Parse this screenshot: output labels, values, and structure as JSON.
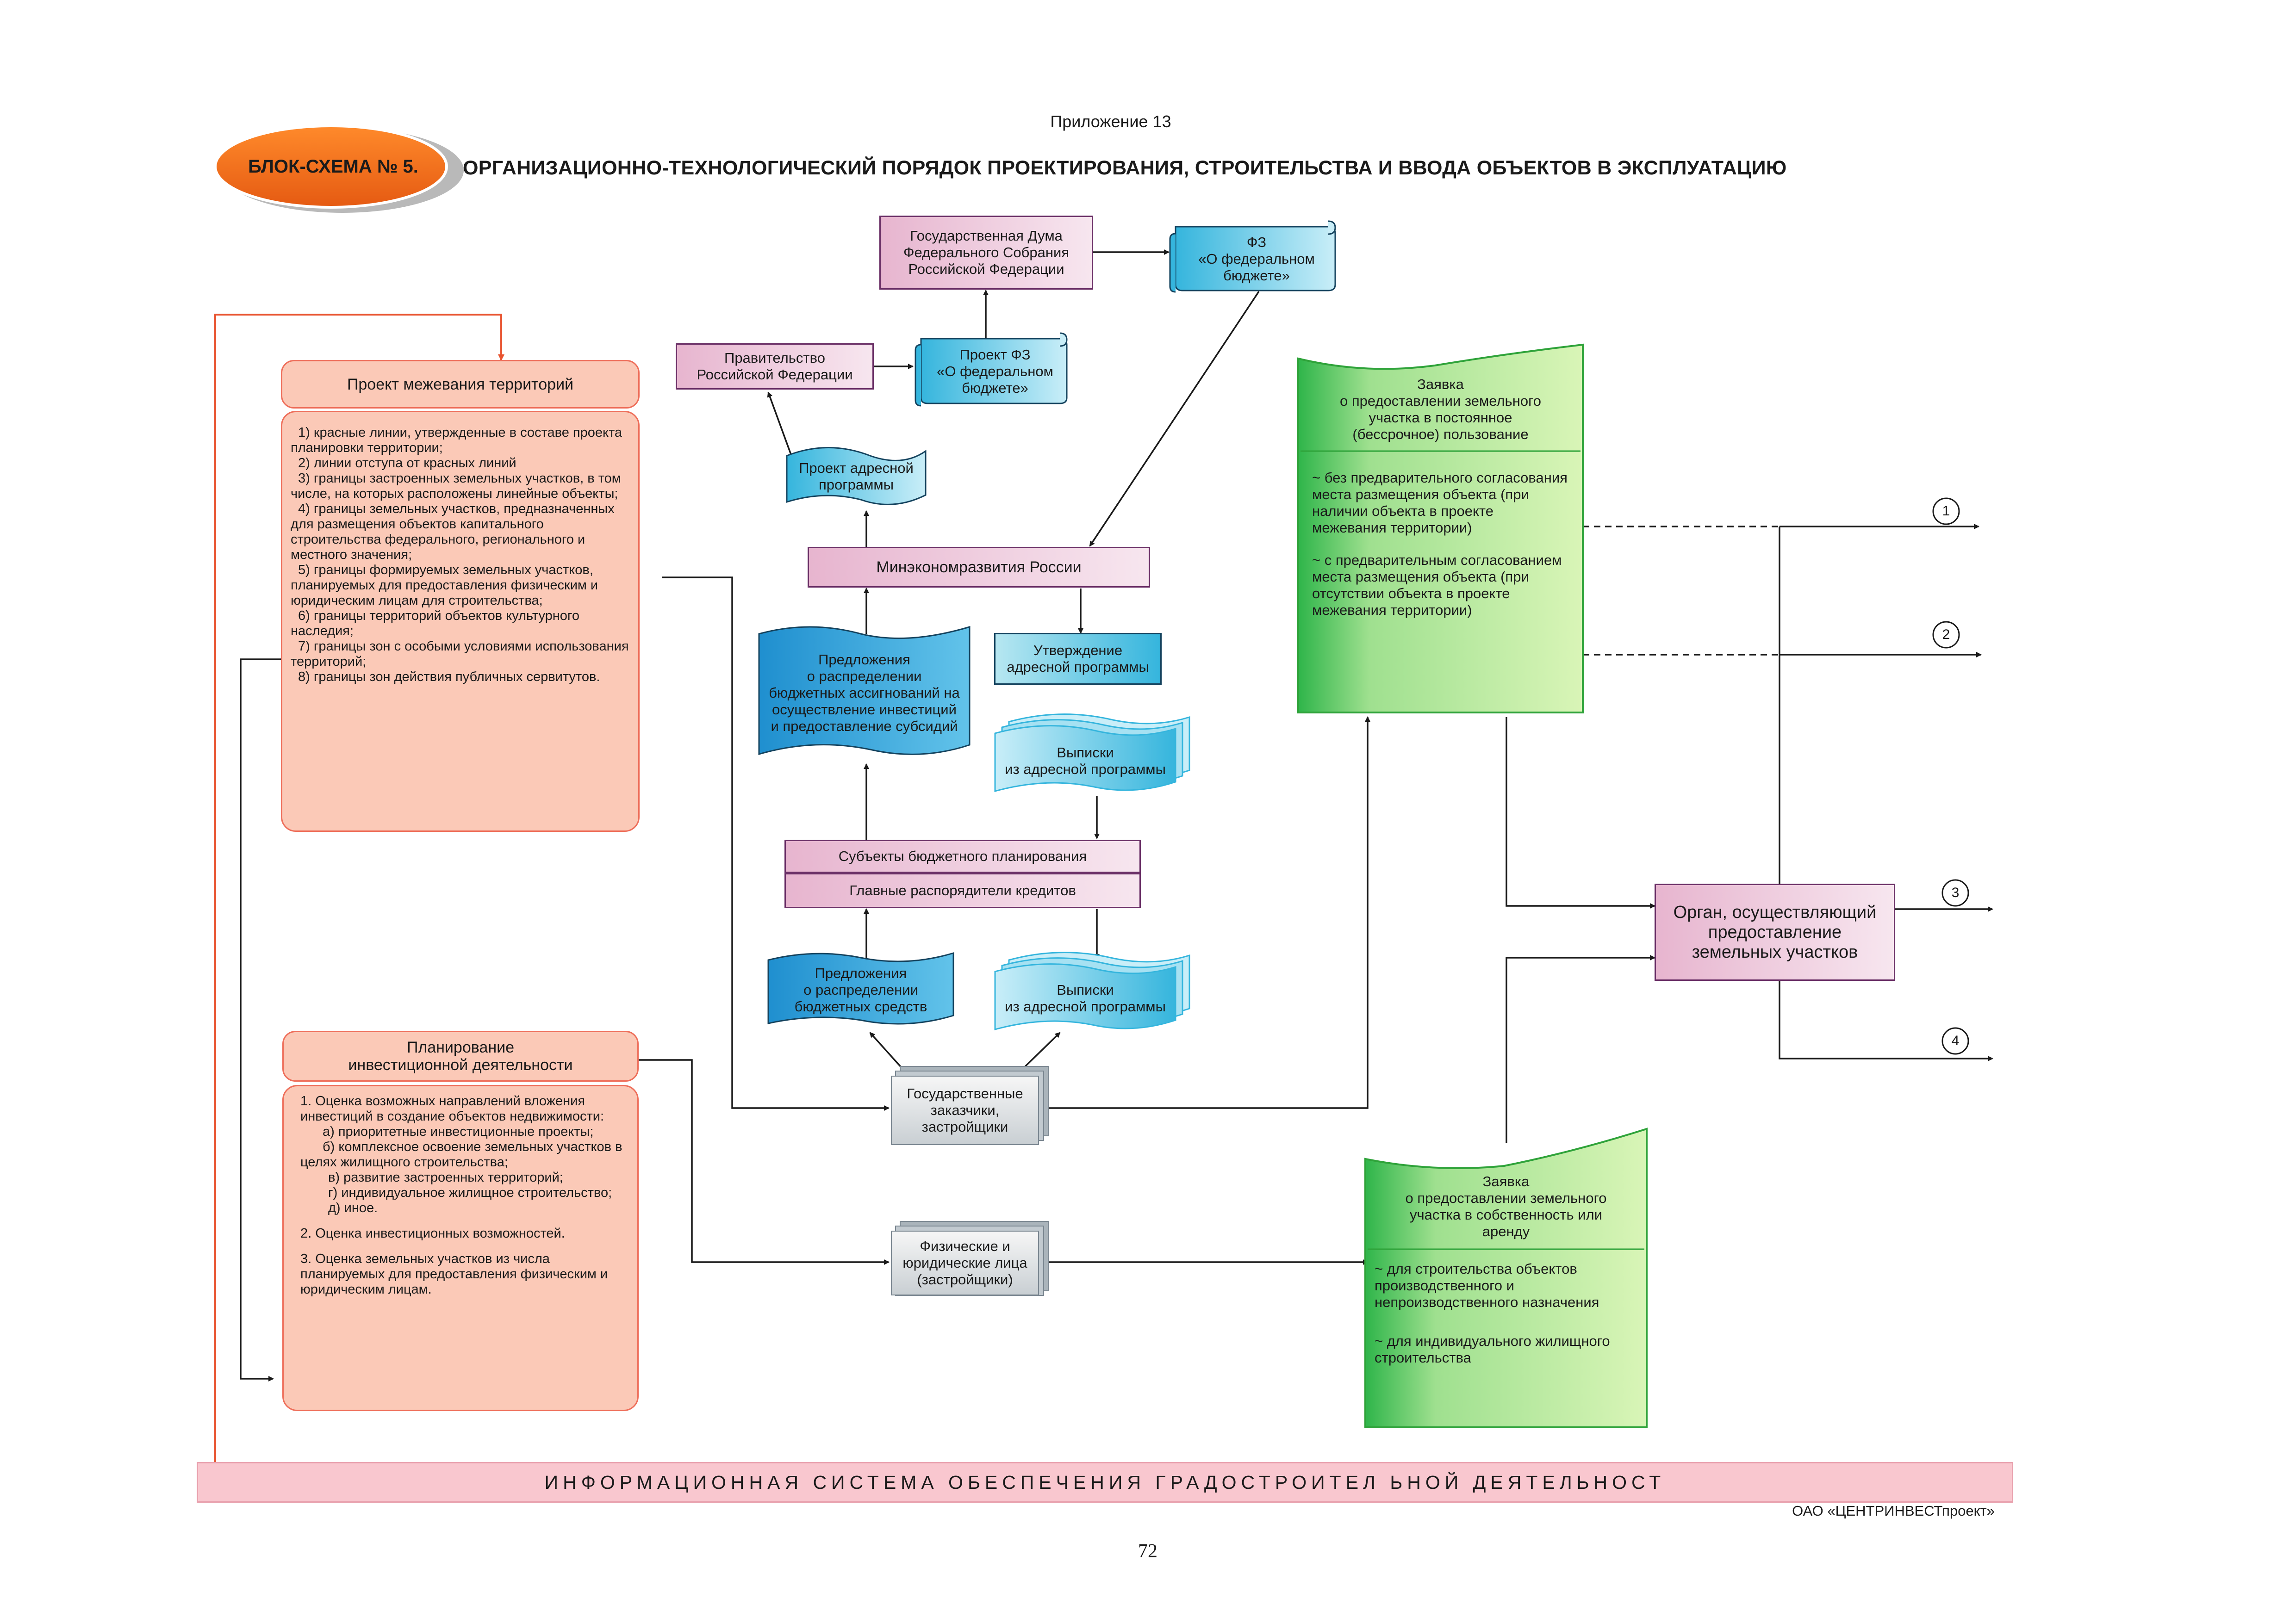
{
  "header": {
    "appendix": "Приложение 13",
    "badge": "БЛОК-СХЕМА № 5.",
    "title": "ОРГАНИЗАЦИОННО-ТЕХНОЛОГИЧЕСКИЙ ПОРЯДОК ПРОЕКТИРОВАНИЯ, СТРОИТЕЛЬСТВА И ВВОДА ОБЪЕКТОВ В ЭКСПЛУАТАЦИЮ"
  },
  "nodes": {
    "duma": [
      "Государственная Дума",
      "Федерального Собрания",
      "Российской Федерации"
    ],
    "fz_budget": [
      "ФЗ",
      "«О федеральном",
      "бюджете»"
    ],
    "government": [
      "Правительство",
      "Российской Федерации"
    ],
    "project_fz": [
      "Проект ФЗ",
      "«О федеральном",
      "бюджете»"
    ],
    "project_address_program": [
      "Проект адресной",
      "программы"
    ],
    "minecon": "Минэкономразвития России",
    "proposals_allocation": [
      "Предложения",
      "о распределении",
      "бюджетных ассигнований на",
      "осуществление инвестиций",
      "и предоставление субсидий"
    ],
    "approval_program": [
      "Утверждение",
      "адресной программы"
    ],
    "extracts_1": [
      "Выписки",
      "из адресной программы"
    ],
    "subjects_budget": "Субъекты бюджетного планирования",
    "main_managers": "Главные распорядители кредитов",
    "proposals_funds": [
      "Предложения",
      "о распределении",
      "бюджетных средств"
    ],
    "extracts_2": [
      "Выписки",
      "из адресной программы"
    ],
    "state_customers": [
      "Государственные",
      "заказчики,",
      "застройщики"
    ],
    "individuals": [
      "Физические и",
      "юридические лица",
      "(застройщики)"
    ],
    "authority": [
      "Орган, осуществляющий",
      "предоставление",
      "земельных участков"
    ]
  },
  "surveying": {
    "title": "Проект межевания территорий",
    "items": [
      "1) красные линии, утвержденные в составе проекта планировки территории;",
      "2) линии отступа от красных линий",
      "3) границы застроенных земельных участков, в том числе, на которых расположены линейные объекты;",
      "4) границы земельных участков, предназначенных для размещения объектов капитального строительства федерального, регионального и местного значения;",
      "5) границы формируемых земельных участков, планируемых для предоставления физическим и юридическим лицам для строительства;",
      "6) границы территорий объектов культурного наследия;",
      "7) границы зон с особыми условиями использования территорий;",
      "8) границы зон действия публичных сервитутов."
    ]
  },
  "investment": {
    "title": [
      "Планирование",
      "инвестиционной деятельности"
    ],
    "items": [
      "1.  Оценка возможных направлений вложения инвестиций в создание объектов недвижимости:",
      "а) приоритетные инвестиционные проекты;",
      "б) комплексное освоение земельных участков в целях жилищного строительства;",
      "в) развитие застроенных территорий;",
      "г) индивидуальное жилищное строительство;",
      "д) иное.",
      "2.  Оценка инвестиционных возможностей.",
      "3. Оценка земельных участков из числа планируемых для предоставления физическим и юридическим лицам."
    ]
  },
  "application_permanent": {
    "title": [
      "Заявка",
      "о предоставлении земельного",
      "участка в постоянное",
      "(бессрочное) пользование"
    ],
    "items": [
      "~   без предварительного согласования места размещения объекта (при наличии объекта в проекте межевания территории)",
      "~ с предварительным согласованием места размещения объекта (при отсутствии объекта в проекте межевания территории)"
    ]
  },
  "application_ownership": {
    "title": [
      "Заявка",
      "о предоставлении земельного",
      "участка в собственность или",
      "аренду"
    ],
    "items": [
      "~  для строительства объектов производственного и непроизводственного назначения",
      "~  для индивидуального жилищного строительства"
    ]
  },
  "outputs": [
    "1",
    "2",
    "3",
    "4"
  ],
  "footer": {
    "info_system": "ИНФОРМАЦИОННАЯ  СИСТЕМА  ОБЕСПЕЧЕНИЯ  ГРАДОСТРОИТЕЛ ЬНОЙ  ДЕЯТЕЛЬНОСТ",
    "company": "ОАО «ЦЕНТРИНВЕСТпроект»",
    "page_number": "72"
  },
  "colors": {
    "badge_orange": "#f26a1b",
    "salmon_fill": "#fbc9b7",
    "salmon_border": "#ee6e5a",
    "pink_box": "#e7b5cf",
    "cyan_doc": "#35b5dd",
    "green_doc": "#4fc34a",
    "red_line": "#e8532f",
    "footer_band": "#f9c7cf"
  }
}
